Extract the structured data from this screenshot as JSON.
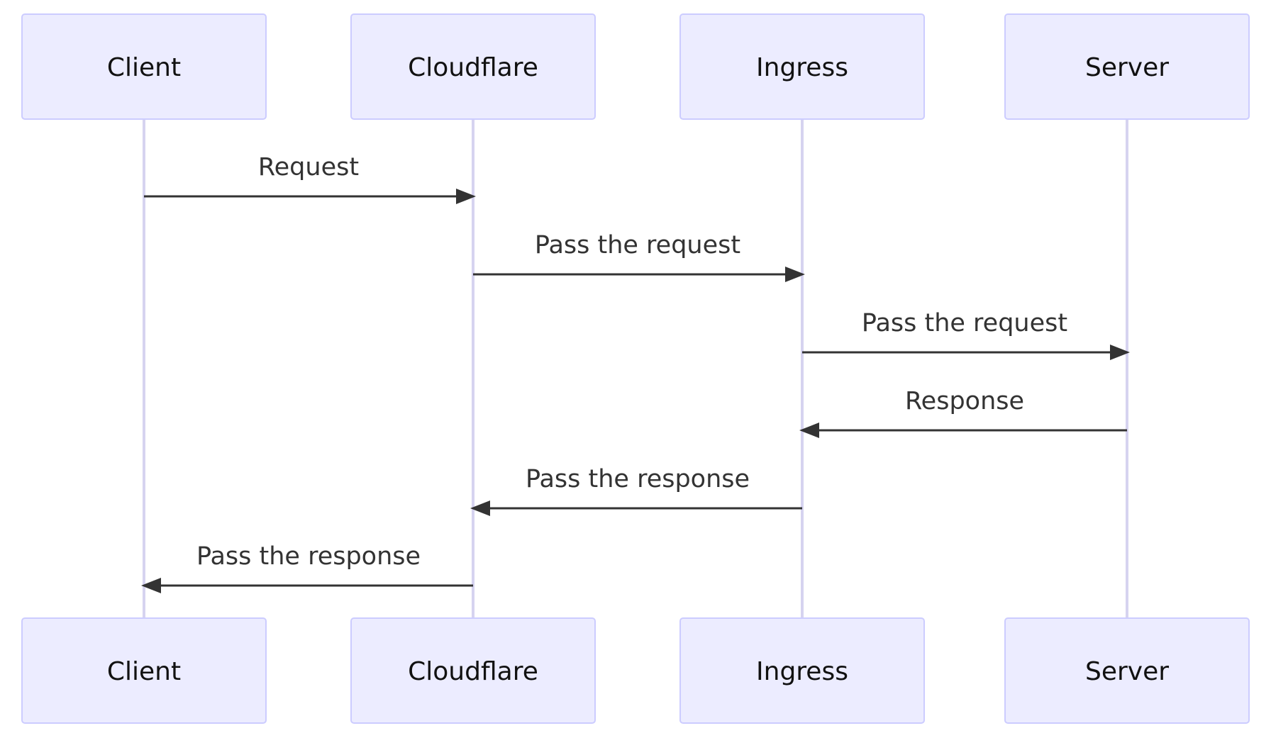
{
  "diagram": {
    "type": "sequence",
    "participants": [
      {
        "id": "client",
        "label": "Client"
      },
      {
        "id": "cloudflare",
        "label": "Cloudflare"
      },
      {
        "id": "ingress",
        "label": "Ingress"
      },
      {
        "id": "server",
        "label": "Server"
      }
    ],
    "messages": [
      {
        "from": "client",
        "to": "cloudflare",
        "label": "Request"
      },
      {
        "from": "cloudflare",
        "to": "ingress",
        "label": "Pass the request"
      },
      {
        "from": "ingress",
        "to": "server",
        "label": "Pass the request"
      },
      {
        "from": "server",
        "to": "ingress",
        "label": "Response"
      },
      {
        "from": "ingress",
        "to": "cloudflare",
        "label": "Pass the response"
      },
      {
        "from": "cloudflare",
        "to": "client",
        "label": "Pass the response"
      }
    ],
    "colors": {
      "actor_fill": "#ECECFF",
      "actor_border": "#CCCCFF",
      "lifeline": "#D6D3F0",
      "arrow": "#333333",
      "text": "#111111"
    }
  }
}
